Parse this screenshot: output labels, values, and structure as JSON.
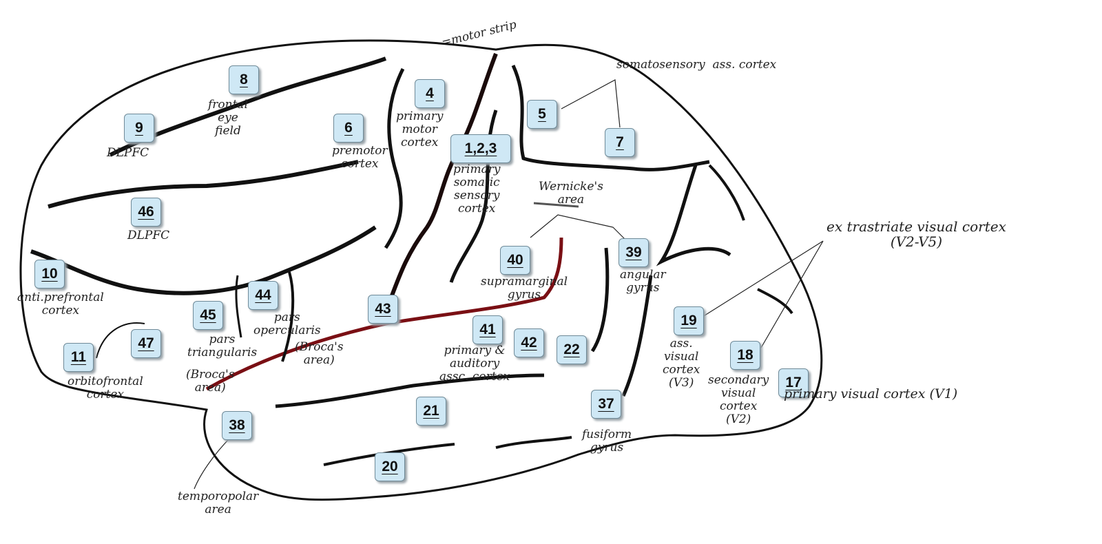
{
  "areas": [
    {
      "id": "8",
      "label": "8"
    },
    {
      "id": "9",
      "label": "9"
    },
    {
      "id": "6",
      "label": "6"
    },
    {
      "id": "4",
      "label": "4"
    },
    {
      "id": "123",
      "label": "1,2,3"
    },
    {
      "id": "5",
      "label": "5"
    },
    {
      "id": "7",
      "label": "7"
    },
    {
      "id": "46",
      "label": "46"
    },
    {
      "id": "10",
      "label": "10"
    },
    {
      "id": "44",
      "label": "44"
    },
    {
      "id": "45",
      "label": "45"
    },
    {
      "id": "47",
      "label": "47"
    },
    {
      "id": "11",
      "label": "11"
    },
    {
      "id": "43",
      "label": "43"
    },
    {
      "id": "40",
      "label": "40"
    },
    {
      "id": "39",
      "label": "39"
    },
    {
      "id": "41",
      "label": "41"
    },
    {
      "id": "42",
      "label": "42"
    },
    {
      "id": "22",
      "label": "22"
    },
    {
      "id": "19",
      "label": "19"
    },
    {
      "id": "18",
      "label": "18"
    },
    {
      "id": "17",
      "label": "17"
    },
    {
      "id": "21",
      "label": "21"
    },
    {
      "id": "37",
      "label": "37"
    },
    {
      "id": "38",
      "label": "38"
    },
    {
      "id": "20",
      "label": "20"
    }
  ],
  "notes": {
    "motor_strip": "=motor strip",
    "somatosensory_ass": "somatosensory  ass. cortex",
    "frontal_eye_field": "frontal\neye\nfield",
    "dlpfc_9": "DLPFC",
    "premotor": "premotor\ncortex",
    "primary_motor": "primary\nmotor\ncortex",
    "primary_somatosensory": "primary\nsomatic\nsensory\ncortex",
    "wernicke": "Wernicke's\narea",
    "dlpfc_46": "DLPFC",
    "extrastriate": "ex trastriate visual cortex\n(V2-V5)",
    "anti_prefrontal": "anti.prefrontal\ncortex",
    "supramarginal": "supramarginal\ngyrus",
    "angular": "angular\ngyrus",
    "pars_opercularis": "pars\nopercularis",
    "broca_44": "(Broca's\narea)",
    "pars_triangularis": "pars\ntriangularis",
    "broca_45": "(Broca's\narea)",
    "orbitofrontal": "orbitofrontal\ncortex",
    "auditory": "primary &\nauditory\nassc. cortex",
    "ass_visual": "ass.\nvisual\ncortex\n(V3)",
    "secondary_visual": "secondary\nvisual\ncortex\n(V2)",
    "primary_visual": "primary visual cortex (V1)",
    "fusiform": "fusiform\ngyrus",
    "temporopolar": "temporopolar\narea"
  }
}
